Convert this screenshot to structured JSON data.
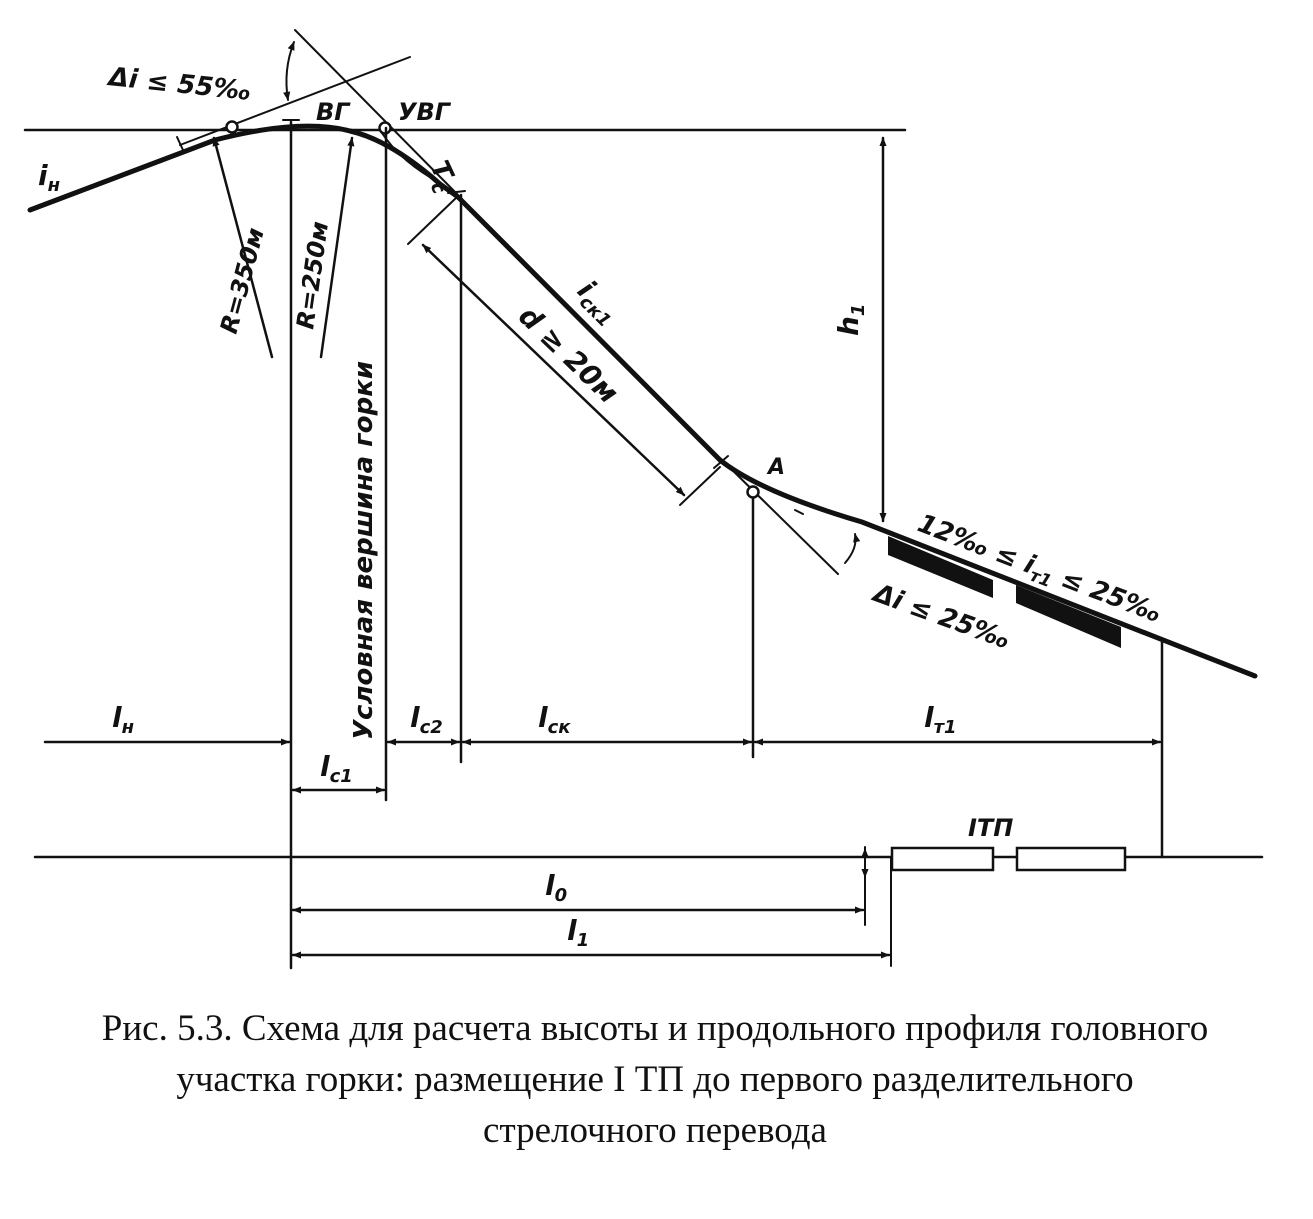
{
  "diagram": {
    "labels": {
      "delta_i_top": "Δi ≤ 55‰",
      "vg": "ВГ",
      "uvg": "УВГ",
      "tc": "Т",
      "tc_sub": "c",
      "i_n": "i",
      "i_n_sub": "н",
      "r350": "R=350м",
      "r250": "R=250м",
      "vertex": "Условная вершина горки",
      "i_sk": "i",
      "i_sk_sub": "ск1",
      "d": "d ≥ 20м",
      "h1": "h",
      "h1_sub": "1",
      "a_point": "А",
      "i_t1_range": "12‰ ≤ i",
      "i_t1_sub": "т1",
      "i_t1_tail": " ≤ 25‰",
      "delta_i_bottom": "Δi ≤ 25‰",
      "l_n": "l",
      "l_n_sub": "н",
      "l_c1": "l",
      "l_c1_sub": "с1",
      "l_c2": "l",
      "l_c2_sub": "с2",
      "l_sk": "l",
      "l_sk_sub": "ск",
      "l_t1": "l",
      "l_t1_sub": "т1",
      "itp": "IТП",
      "l_0": "l",
      "l_0_sub": "0",
      "l_1": "l",
      "l_1_sub": "1"
    }
  },
  "caption": {
    "line1": "Рис. 5.3. Схема для расчета высоты и продольного профиля головного",
    "line2": "участка горки: размещение I ТП до первого разделительного",
    "line3": "стрелочного перевода"
  }
}
